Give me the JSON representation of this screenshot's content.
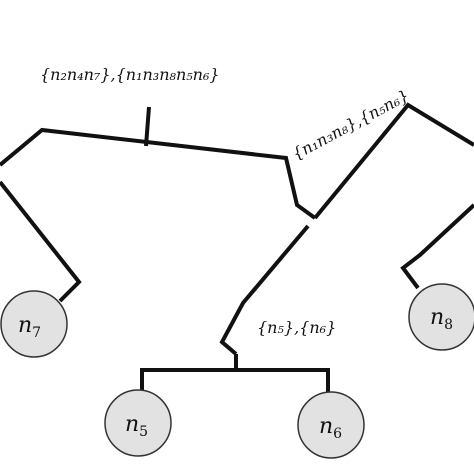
{
  "split_labels": {
    "root": "{n₂n₄n₇},{n₁n₃n₈n₅n₆}",
    "right": "{n₁n₃n₈},{n₅n₆}",
    "bottom": "{n₅},{n₆}"
  },
  "nodes": {
    "n7": {
      "var": "n",
      "sub": "7"
    },
    "n8": {
      "var": "n",
      "sub": "8"
    },
    "n5": {
      "var": "n",
      "sub": "5"
    },
    "n6": {
      "var": "n",
      "sub": "6"
    }
  },
  "colors": {
    "node_fill": "#e2e2e2",
    "edge": "#111111"
  }
}
